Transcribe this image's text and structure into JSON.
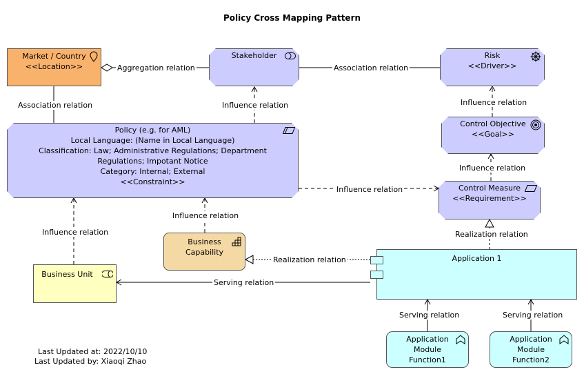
{
  "title": "Policy Cross Mapping Pattern",
  "nodes": {
    "market": {
      "name": "Market / Country",
      "stereotype": "<<Location>>"
    },
    "stakeholder": {
      "name": "Stakeholder"
    },
    "risk": {
      "name": "Risk",
      "stereotype": "<<Driver>>"
    },
    "policy": {
      "line1": "Policy (e.g. for AML)",
      "line2": "Local Language: (Name in Local Language)",
      "line3": "Classification: Law; Administrative Regulations; Department",
      "line4": "Regulations; Impotant Notice",
      "line5": "Category: Internal; External",
      "stereotype": "<<Constraint>>"
    },
    "control_objective": {
      "name": "Control Objective",
      "stereotype": "<<Goal>>"
    },
    "control_measure": {
      "name": "Control Measure",
      "stereotype": "<<Requirement>>"
    },
    "business_capability": {
      "line1": "Business",
      "line2": "Capability"
    },
    "business_unit": {
      "name": "Business Unit"
    },
    "application": {
      "name": "Application 1"
    },
    "module1": {
      "line1": "Application",
      "line2": "Module",
      "line3": "Function1"
    },
    "module2": {
      "line1": "Application",
      "line2": "Module",
      "line3": "Function2"
    }
  },
  "relations": {
    "market_stakeholder": "Aggregation relation",
    "stakeholder_risk": "Association relation",
    "market_policy": "Association relation",
    "policy_stakeholder": "Influence relation",
    "objective_risk": "Influence relation",
    "measure_objective": "Influence relation",
    "policy_measure": "Influence relation",
    "app_measure": "Realization relation",
    "capability_policy": "Influence relation",
    "unit_policy": "Influence relation",
    "app_capability": "Realization relation",
    "app_unit": "Serving relation",
    "module1_app": "Serving relation",
    "module2_app": "Serving relation"
  },
  "icons": {
    "market": "location-pin-icon",
    "stakeholder": "stakeholder-capsule-icon",
    "risk": "driver-wheel-icon",
    "policy": "constraint-parallelogram-icon",
    "control_objective": "goal-target-icon",
    "control_measure": "requirement-parallelogram-icon",
    "business_capability": "capability-steps-icon",
    "business_unit": "business-role-icon",
    "module": "application-function-icon"
  },
  "colors": {
    "motivation": "#ccccff",
    "location": "#f9b26b",
    "capability": "#f5d9a4",
    "business": "#ffffc0",
    "application": "#ccffff"
  },
  "footer": {
    "updated_at": "Last Updated at: 2022/10/10",
    "updated_by": "Last Updated by: Xiaoqi Zhao"
  }
}
